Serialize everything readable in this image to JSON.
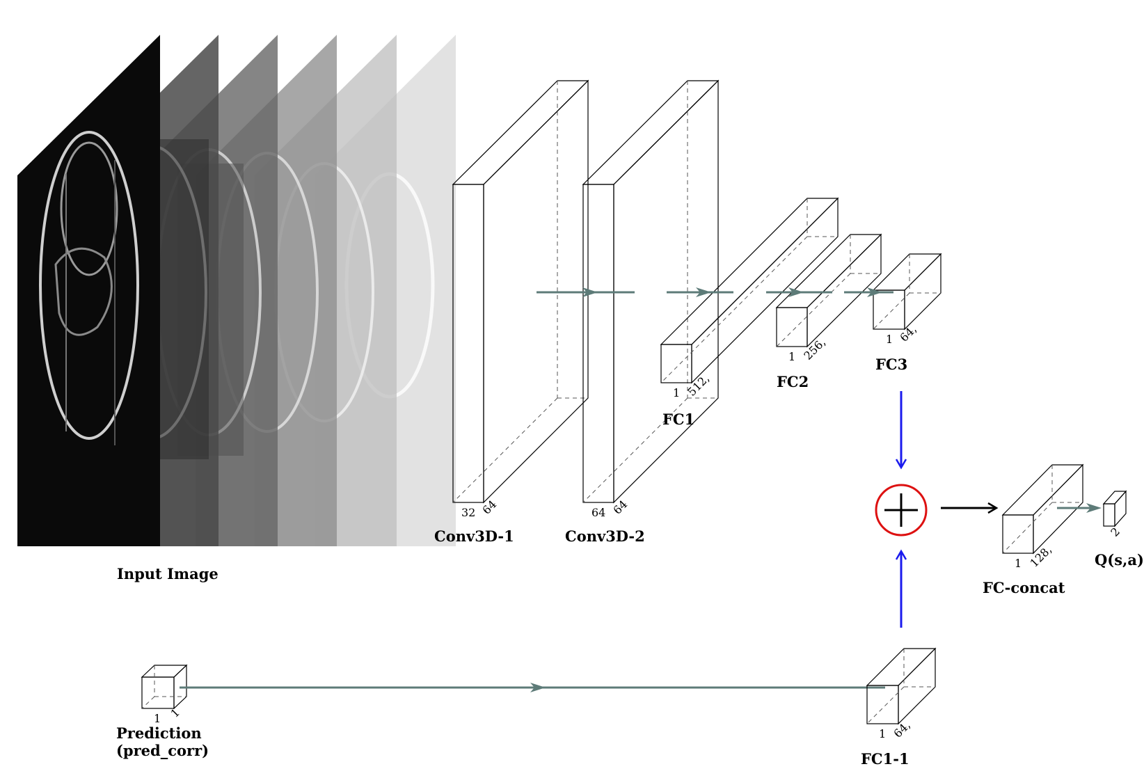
{
  "colors": {
    "conv": "#f5d89a",
    "fc": "#c94a4f",
    "output": "#6a1f8a",
    "flow": "#5d7b78",
    "merge": "#1a1aee",
    "concat_circle": "#dd1111"
  },
  "input": {
    "label": "Input Image",
    "slice_count": 6
  },
  "conv1": {
    "label": "Conv3D-1",
    "dim_a": "32",
    "dim_b": "64"
  },
  "conv2": {
    "label": "Conv3D-2",
    "dim_a": "64",
    "dim_b": "64"
  },
  "fc1": {
    "label": "FC1",
    "dim_a": "1",
    "dim_b": "512,"
  },
  "fc2": {
    "label": "FC2",
    "dim_a": "1",
    "dim_b": "256,"
  },
  "fc3": {
    "label": "FC3",
    "dim_a": "1",
    "dim_b": "64,"
  },
  "prediction": {
    "label_line1": "Prediction",
    "label_line2": "(pred_corr)",
    "dim_a": "1",
    "dim_b": "1"
  },
  "fc1_1": {
    "label": "FC1-1",
    "dim_a": "1",
    "dim_b": "64,"
  },
  "fc_concat": {
    "label": "FC-concat",
    "dim_a": "1",
    "dim_b": "128,"
  },
  "output": {
    "label": "Q(s,a)",
    "dim_b": "2"
  },
  "merge_icon": "plus-circle-icon"
}
